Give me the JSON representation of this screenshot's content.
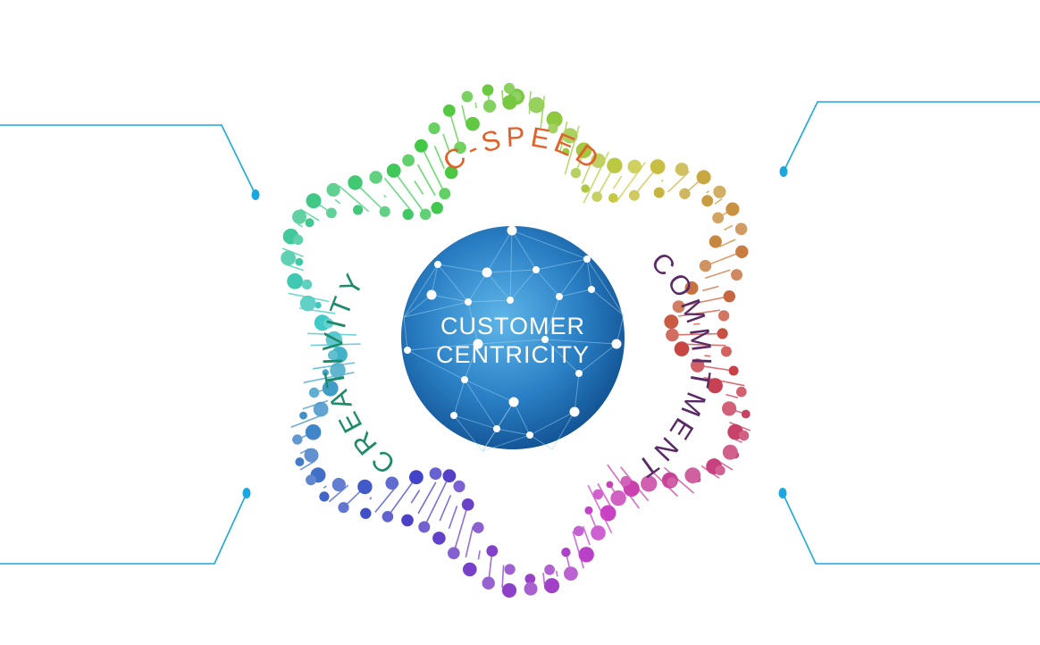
{
  "center": {
    "line1": "CUSTOMER",
    "line2": "CENTRICITY"
  },
  "ring_labels": {
    "top": "C-SPEED",
    "right": "COMMITMENT",
    "left": "CREATIVITY"
  },
  "colors": {
    "connector": "#1aa7e0",
    "sphere_light": "#4aa3dc",
    "sphere_dark": "#0c4f8f",
    "top_start": "#e67e22",
    "top_end": "#c0392b",
    "right_start": "#8e2a5a",
    "right_end": "#2c2f72",
    "left_start": "#1b9a6b",
    "left_end": "#1f4e8c"
  },
  "icons": {
    "connectors": [
      "top-left-callout",
      "top-right-callout",
      "bottom-left-callout",
      "bottom-right-callout"
    ],
    "ring": "dna-helix-ring",
    "core": "network-globe"
  }
}
